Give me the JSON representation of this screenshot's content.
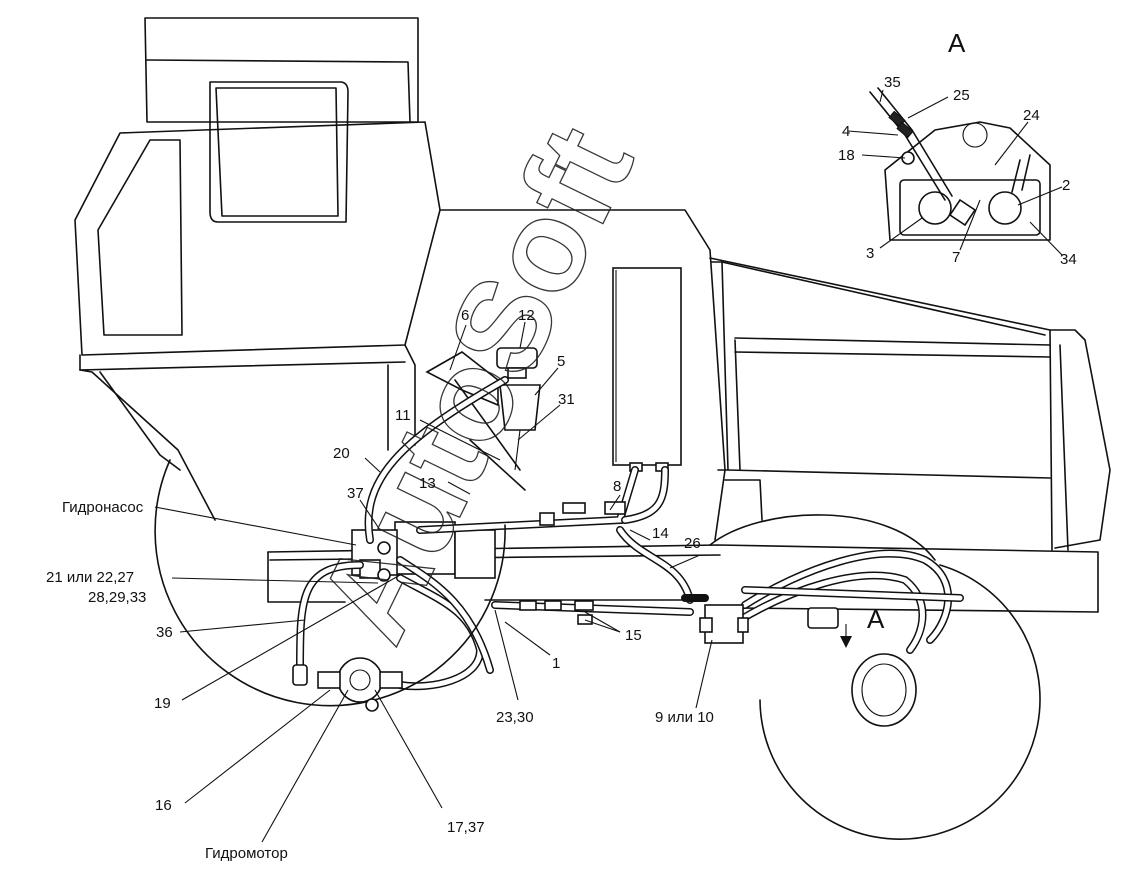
{
  "view_label": "A",
  "watermark": "AutoSoft",
  "callouts": {
    "hydraulic_pump": "Гидронасос",
    "hydraulic_motor": "Гидромотор",
    "c21": "21 или 22,27",
    "c21b": "28,29,33",
    "c36": "36",
    "c19": "19",
    "c16": "16",
    "c17": "17,37",
    "c23": "23,30",
    "c1": "1",
    "c15": "15",
    "c9": "9 или 10",
    "c26": "26",
    "c14": "14",
    "c8": "8",
    "c37": "37",
    "c20": "20",
    "c13": "13",
    "c11": "11",
    "c6": "6",
    "c12": "12",
    "c5": "5",
    "c31": "31",
    "a_arrow": "A"
  },
  "inset_callouts": {
    "c35": "35",
    "c25": "25",
    "c4": "4",
    "c18": "18",
    "c24": "24",
    "c2": "2",
    "c3": "3",
    "c7": "7",
    "c34": "34"
  }
}
